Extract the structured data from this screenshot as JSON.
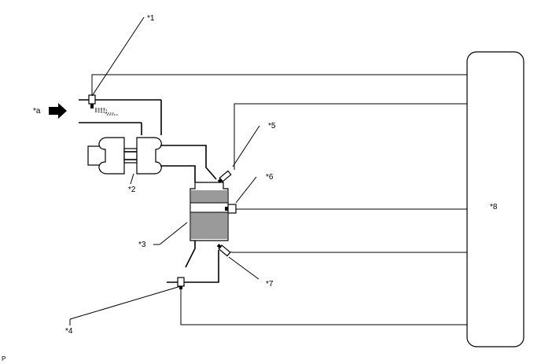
{
  "labels": {
    "l1": "*1",
    "l2": "*2",
    "l3": "*3",
    "l4": "*4",
    "l5": "*5",
    "l6": "*6",
    "l7": "*7",
    "l8": "*8",
    "la": "*a"
  },
  "corner_mark": "P"
}
